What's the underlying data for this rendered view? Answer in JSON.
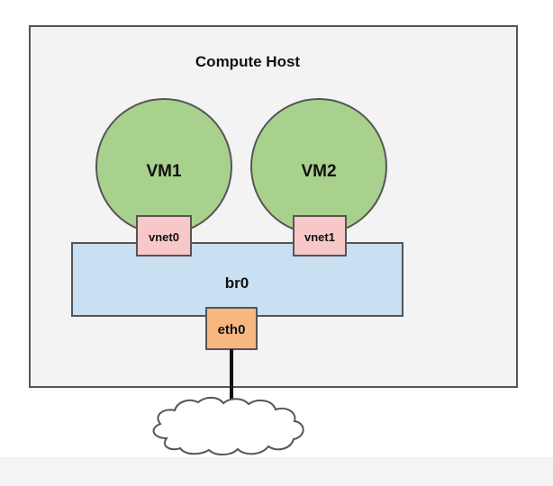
{
  "diagram": {
    "host_title": "Compute Host",
    "vm1_label": "VM1",
    "vm2_label": "VM2",
    "vnet0_label": "vnet0",
    "vnet1_label": "vnet1",
    "bridge_label": "br0",
    "eth0_label": "eth0"
  },
  "colors": {
    "host_fill": "#f3f3f3",
    "host_border": "#555555",
    "vm_fill": "#a9d18e",
    "vm_border": "#555555",
    "vnet_fill": "#f8c8c8",
    "bridge_fill": "#c9dff2",
    "eth_fill": "#f6b880",
    "line": "#111111"
  },
  "icons": {
    "external_network": "cloud-icon"
  }
}
